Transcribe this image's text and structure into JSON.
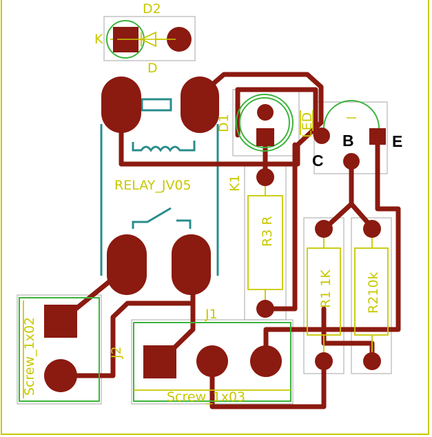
{
  "colors": {
    "board_outline": "#c8c800",
    "silkscreen": "#c8c800",
    "copper": "#8b1a10",
    "fab_outline": "#b4b4b4",
    "relay_body": "#2a8c8c",
    "courtyard_green": "#3cb43c",
    "background": "#ffffff"
  },
  "components": {
    "d2": {
      "ref": "D2",
      "pad_label": "K",
      "value": "D"
    },
    "relay": {
      "ref": "K1",
      "value": "RELAY_JV05"
    },
    "led": {
      "ref": "D1",
      "value": "LED"
    },
    "transistor": {
      "pin_c": "C",
      "pin_b": "B",
      "pin_e": "E"
    },
    "r3": {
      "label": "R3 R"
    },
    "r1": {
      "label": "R1 1K"
    },
    "r2": {
      "label": "R210k"
    },
    "j2": {
      "ref": "J2",
      "value": "Screw_1x02"
    },
    "j1": {
      "ref": "J1",
      "value": "Screw_1x03"
    }
  }
}
